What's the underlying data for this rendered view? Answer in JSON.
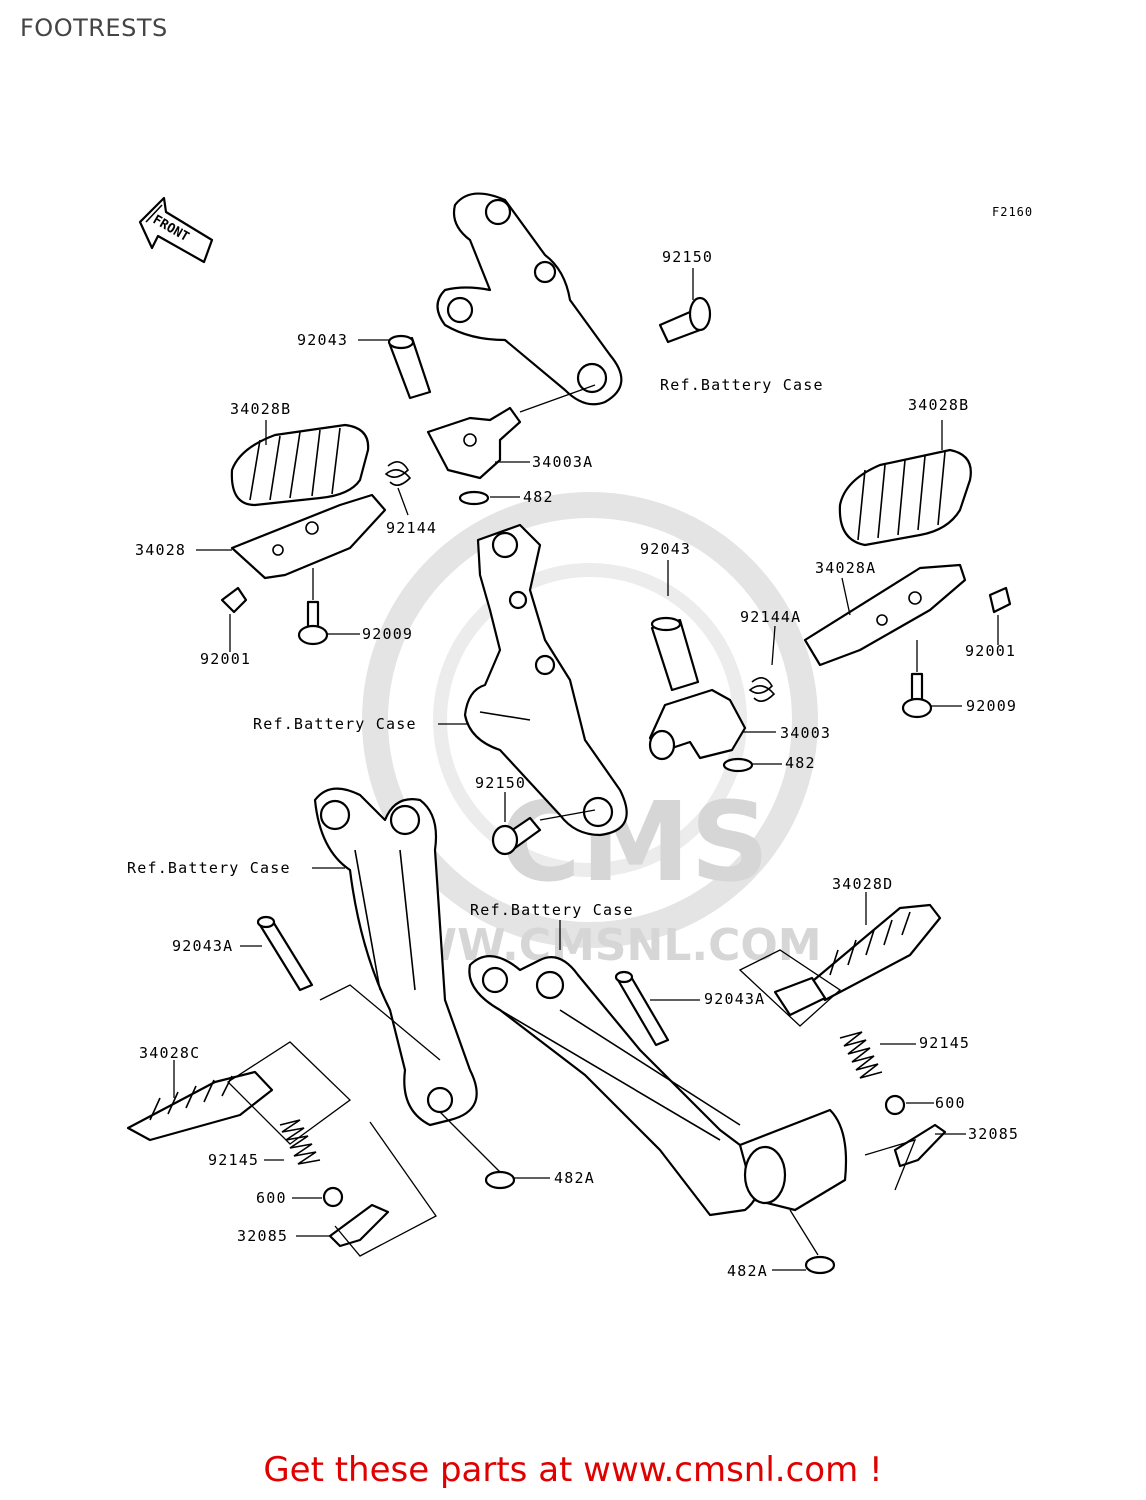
{
  "title": "FOOTRESTS",
  "figure_code": "F2160",
  "front_label": "FRONT",
  "watermark": {
    "brand": "CMS",
    "url": "WWW.CMSNL.COM"
  },
  "callouts": {
    "p92150_top": "92150",
    "p92043_top": "92043",
    "ref_top": "Ref.Battery Case",
    "p34028B_left": "34028B",
    "p34003A": "34003A",
    "p482_top": "482",
    "p92144": "92144",
    "p34028_left": "34028",
    "p92001_left": "92001",
    "p92009_left": "92009",
    "p34028B_right": "34028B",
    "p92043_mid": "92043",
    "p34028A": "34028A",
    "p92001_right": "92001",
    "p92144A": "92144A",
    "p92009_right": "92009",
    "ref_mid": "Ref.Battery Case",
    "p34003": "34003",
    "p482_mid": "482",
    "p92150_mid": "92150",
    "ref_lower_left": "Ref.Battery Case",
    "ref_lower_center": "Ref.Battery Case",
    "p34028D": "34028D",
    "p92043A_left": "92043A",
    "p92043A_right": "92043A",
    "p34028C": "34028C",
    "p92145_right": "92145",
    "p600_right": "600",
    "p32085_right": "32085",
    "p92145_left": "92145",
    "p482A_mid": "482A",
    "p600_left": "600",
    "p32085_left": "32085",
    "p482A_bottom": "482A"
  },
  "footer": {
    "text": "Get these parts at www.cmsnl.com !",
    "color": "#e00000"
  }
}
